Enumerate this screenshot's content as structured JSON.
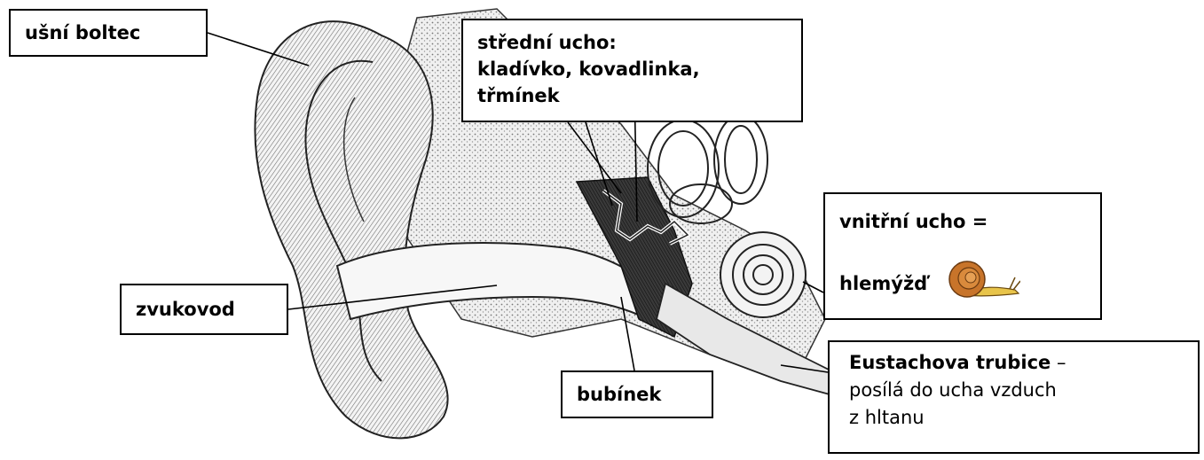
{
  "labels": {
    "pinna": "ušní boltec",
    "middle_ear_line1": "střední ucho:",
    "middle_ear_line2": "kladívko, kovadlinka,",
    "middle_ear_line3": "třmínek",
    "inner_ear_line1": "vnitřní ucho =",
    "inner_ear_line2": "hlemýžď",
    "ear_canal": "zvukovod",
    "eardrum": "bubínek",
    "eustachian_title": "Eustachova trubice",
    "eustachian_dash": " –",
    "eustachian_desc_line1": "posílá do ucha vzduch",
    "eustachian_desc_line2": "z hltanu"
  },
  "icons": {
    "snail": "snail-icon"
  },
  "colors": {
    "snail_shell": "#c8742a",
    "snail_body": "#e8c44a",
    "ink": "#000000"
  }
}
